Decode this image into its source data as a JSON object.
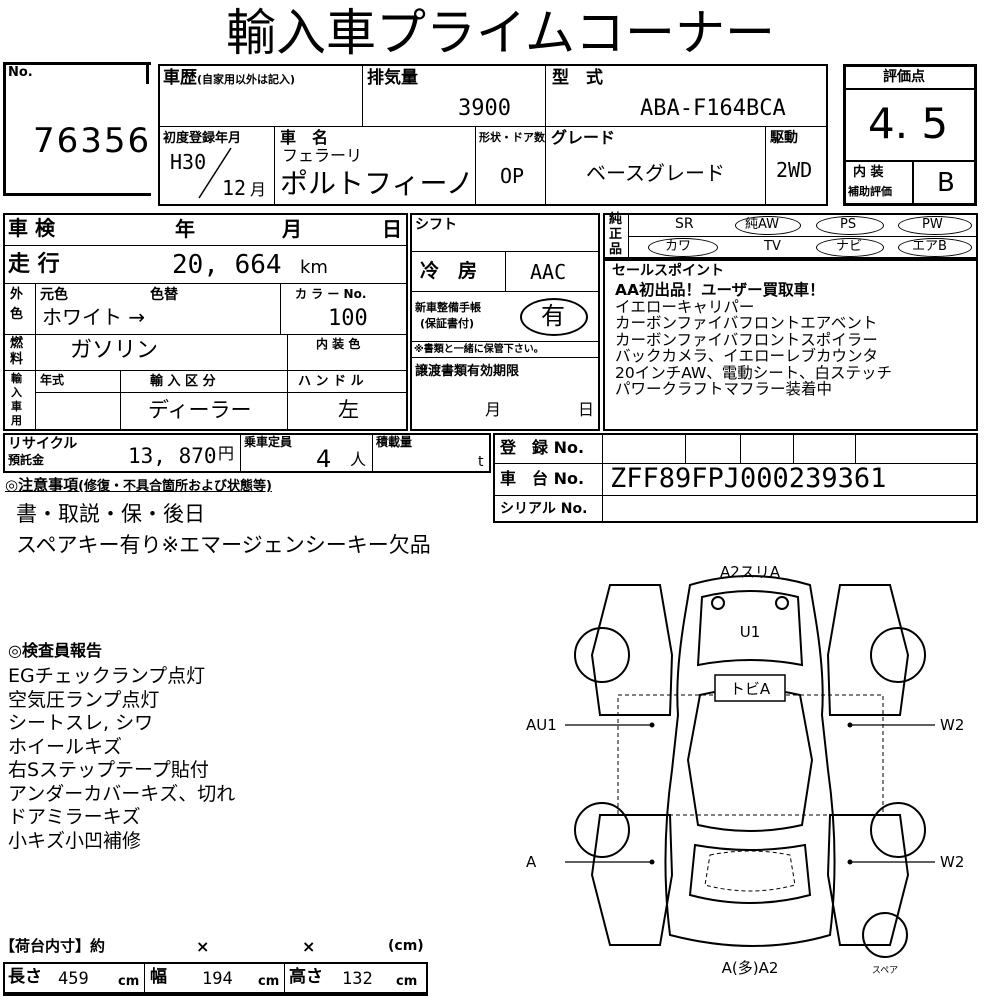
{
  "header": {
    "title": "輸入車プライムコーナー"
  },
  "no_box": {
    "label": "No.",
    "value": "76356"
  },
  "history": {
    "label": "車歴",
    "note": "(自家用以外は記入)"
  },
  "displacement": {
    "label": "排気量",
    "value": "3900"
  },
  "model_type": {
    "label": "型　式",
    "value": "ABA-F164BCA"
  },
  "evaluation": {
    "label": "評価点",
    "score": "4. 5",
    "interior_label_1": "内 装",
    "interior_label_2": "補助評価",
    "interior_value": "B"
  },
  "first_reg": {
    "label": "初度登録年月",
    "era_year": "H30",
    "month": "12",
    "month_unit": "月"
  },
  "car_name": {
    "label": "車　名",
    "maker": "フェラーリ",
    "model": "ポルトフィーノ"
  },
  "body_doors": {
    "label": "形状・ドア数",
    "value": "OP"
  },
  "grade": {
    "label": "グレード",
    "value": "ベースグレード"
  },
  "drive": {
    "label": "駆動",
    "value": "2WD"
  },
  "inspection": {
    "label": "車 検",
    "year": "年",
    "month": "月",
    "day": "日"
  },
  "shift": {
    "label": "シフト"
  },
  "mileage": {
    "label": "走 行",
    "value": "20, 664",
    "unit": "km"
  },
  "ac": {
    "label": "冷　房",
    "value": "AAC"
  },
  "equipment": {
    "label_1": "純",
    "label_2": "正",
    "label_3": "品",
    "items_row1": [
      "SR",
      "純AW",
      "PS",
      "PW"
    ],
    "items_row2": [
      "カワ",
      "TV",
      "ナビ",
      "エアB"
    ]
  },
  "color": {
    "side_1": "外",
    "side_2": "色",
    "orig_label": "元色",
    "change_label": "色替",
    "value": "ホワイト →",
    "color_no_label": "カ ラ ー No.",
    "color_no": "100",
    "interior_color_label": "内 装 色"
  },
  "manual": {
    "label_1": "新車整備手帳",
    "label_2": "(保証書付)",
    "value": "有",
    "note": "※書類と一緒に保管下さい。"
  },
  "fuel": {
    "side_1": "燃",
    "side_2": "料",
    "value": "ガソリン"
  },
  "sales_points": {
    "label": "セールスポイント",
    "lines": [
      "AA初出品！ユーザー買取車！",
      "イエローキャリパー",
      "カーボンファイバフロントエアベント",
      "カーボンファイバフロントスポイラー",
      "バックカメラ、イエローレブカウンタ",
      "20インチAW、電動シート、白ステッチ",
      "パワークラフトマフラー装着中"
    ]
  },
  "import": {
    "side_1": "輸",
    "side_2": "入",
    "side_3": "車",
    "side_4": "用",
    "year_label": "年式",
    "category_label": "輸 入 区 分",
    "category_value": "ディーラー",
    "handle_label": "ハ ン ド ル",
    "handle_value": "左"
  },
  "transfer": {
    "label": "譲渡書類有効期限",
    "month": "月",
    "day": "日"
  },
  "recycle": {
    "label_1": "リサイクル",
    "label_2": "預託金",
    "value": "13, 870",
    "unit": "円"
  },
  "capacity": {
    "label": "乗車定員",
    "value": "4",
    "unit": "人"
  },
  "load": {
    "label": "積載量",
    "unit": "t"
  },
  "registration": {
    "label": "登　録 No.",
    "chassis_label": "車　台 No.",
    "chassis_value": "ZFF89FPJ000239361",
    "serial_label": "シリアル No."
  },
  "notes": {
    "label": "◎注意事項",
    "note_sub": "(修復・不具合箇所および状態等)",
    "line1": "書・取説・保・後日",
    "line2": "スペアキー有り※エマージェンシーキー欠品"
  },
  "inspector": {
    "label": "◎検査員報告",
    "lines": [
      "EGチェックランプ点灯",
      "空気圧ランプ点灯",
      "シートスレ, シワ",
      "ホイールキズ",
      "右Sステップテープ貼付",
      "アンダーカバーキズ、切れ",
      "ドアミラーキズ",
      "小キズ小凹補修"
    ]
  },
  "cargo": {
    "label": "【荷台内寸】約",
    "x1": "×",
    "x2": "×",
    "cm": "(cm)",
    "length_label": "長さ",
    "length": "459",
    "width_label": "幅",
    "width": "194",
    "height_label": "高さ",
    "height": "132",
    "unit": "cm"
  },
  "diagram": {
    "top": "A2スリA",
    "u1": "U1",
    "tobi": "トビA",
    "left1": "AU1",
    "left2": "A",
    "right1": "W2",
    "right2": "W2",
    "bottom": "A(多)A2",
    "spare": "スペア"
  }
}
